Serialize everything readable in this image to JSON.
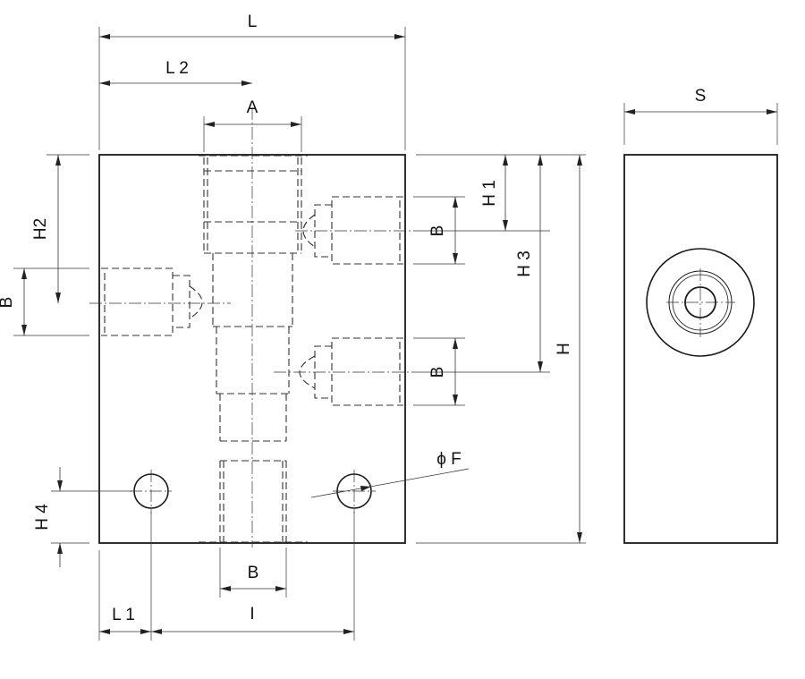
{
  "labels": {
    "L": "L",
    "L2": "L 2",
    "A": "A",
    "S": "S",
    "H1": "H 1",
    "H2": "H2",
    "H3": "H 3",
    "H": "H",
    "H4": "H 4",
    "B_left": "B",
    "B_right_top": "B",
    "B_right_mid": "B",
    "B_bottom": "B",
    "L1": "L 1",
    "I": "I",
    "F": "ϕ F"
  }
}
